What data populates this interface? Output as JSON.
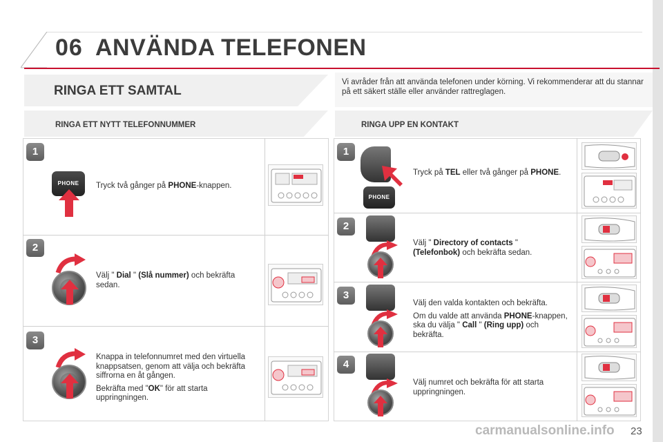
{
  "header": {
    "chapter_number": "06",
    "chapter_title": "ANVÄNDA TELEFONEN"
  },
  "section_title": "RINGA ETT SAMTAL",
  "intro_text": "Vi avråder från att använda telefonen under körning. Vi rekommenderar att du stannar på ett säkert ställe eller använder rattreglagen.",
  "left": {
    "title": "RINGA ETT NYTT TELEFONNUMMER",
    "button_label": "PHONE",
    "steps": [
      {
        "number": "1",
        "text_before": "Tryck två gånger på ",
        "bold1": "PHONE",
        "text_after": "-knappen."
      },
      {
        "number": "2",
        "text_before": "Välj \" ",
        "bold1": "Dial",
        "mid": " \" ",
        "bold2": "(Slå nummer)",
        "text_after": " och bekräfta sedan."
      },
      {
        "number": "3",
        "para1": "Knappa in telefonnumret med den virtuella knappsatsen, genom att välja och bekräfta siffrorna en åt gången.",
        "p2_before": "Bekräfta med \"",
        "p2_bold": "OK",
        "p2_after": "\" för att starta uppringningen."
      }
    ]
  },
  "right": {
    "title": "RINGA UPP EN KONTAKT",
    "button_label": "PHONE",
    "steps": [
      {
        "number": "1",
        "text_before": "Tryck på ",
        "bold1": "TEL",
        "mid": " eller två gånger på ",
        "bold2": "PHONE",
        "text_after": "."
      },
      {
        "number": "2",
        "text_before": "Välj \" ",
        "bold1": "Directory of contacts",
        "mid": " \" ",
        "bold2": "(Telefonbok)",
        "text_after": " och bekräfta sedan."
      },
      {
        "number": "3",
        "para1": "Välj den valda kontakten och bekräfta.",
        "p2_before": "Om du valde att använda ",
        "p2_bold": "PHONE",
        "p2_mid": "-knappen, ska du välja \" ",
        "p2_bold2": "Call",
        "p2_mid2": " \" ",
        "p2_bold3": "(Ring upp)",
        "p2_after": " och bekräfta."
      },
      {
        "number": "4",
        "text": "Välj numret och bekräfta för att starta uppringningen."
      }
    ]
  },
  "footer": {
    "page_number": "23",
    "watermark": "carmanualsonline.info"
  },
  "colors": {
    "accent": "#c8102e",
    "panel": "#f0f0f0",
    "arrow": "#e03040"
  }
}
